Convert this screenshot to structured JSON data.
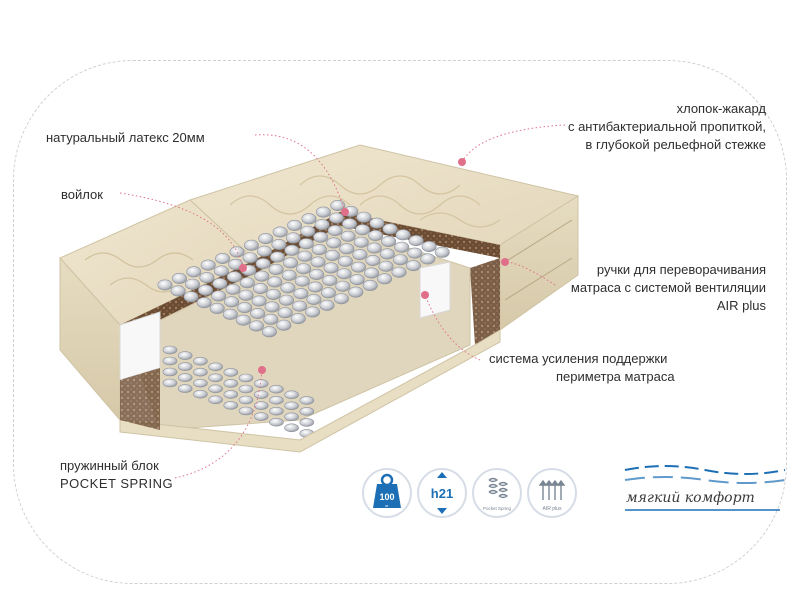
{
  "labels": {
    "latex": "натуральный латекс 20мм",
    "felt": "войлок",
    "spring_block_line1": "пружинный блок",
    "spring_block_line2": "POCKET SPRING",
    "cotton_line1": "хлопок-жакард",
    "cotton_line2": "с антибактериальной пропиткой,",
    "cotton_line3": "в глубокой рельефной стежке",
    "handles_line1": "ручки для переворачивания",
    "handles_line2": "матраса с системой вентиляции",
    "handles_line3": "AIR plus",
    "perimeter_line1": "система усиления поддержки",
    "perimeter_line2": "периметра матраса"
  },
  "badges": [
    {
      "icon": "weight-100kg-icon",
      "text": "100",
      "unit": "кг"
    },
    {
      "icon": "height-h21-icon",
      "text": "h21"
    },
    {
      "icon": "pocket-spring-icon",
      "text": "Pocket Spring"
    },
    {
      "icon": "air-plus-icon",
      "text": "AIR plus"
    }
  ],
  "comfort": "мягкий комфорт",
  "colors": {
    "accent": "#1d6fb5",
    "leader": "#e0708a",
    "fabric": "#e9dfc6",
    "frame": "#cfcfcf"
  }
}
